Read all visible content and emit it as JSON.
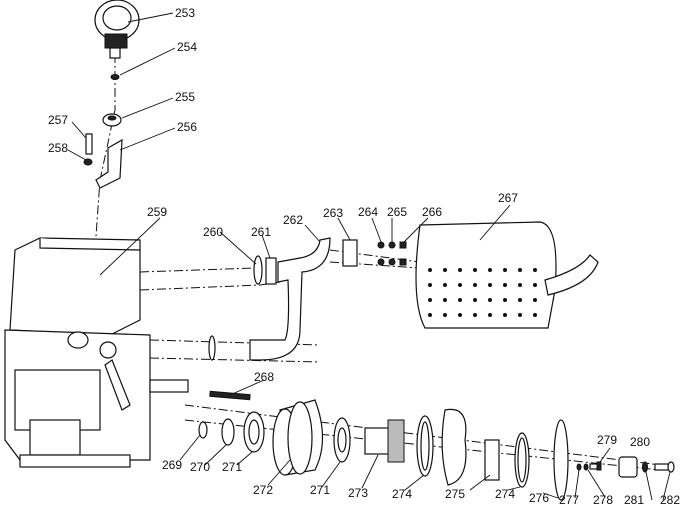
{
  "diagram": {
    "type": "exploded-parts-diagram",
    "colors": {
      "line": "#111111",
      "background": "#ffffff"
    },
    "part_labels": [
      "253",
      "254",
      "255",
      "256",
      "257",
      "258",
      "259",
      "260",
      "261",
      "262",
      "263",
      "264",
      "265",
      "266",
      "267",
      "268",
      "269",
      "270",
      "271",
      "272",
      "271",
      "273",
      "274",
      "275",
      "274",
      "276",
      "277",
      "278",
      "279",
      "280",
      "281",
      "282"
    ]
  }
}
